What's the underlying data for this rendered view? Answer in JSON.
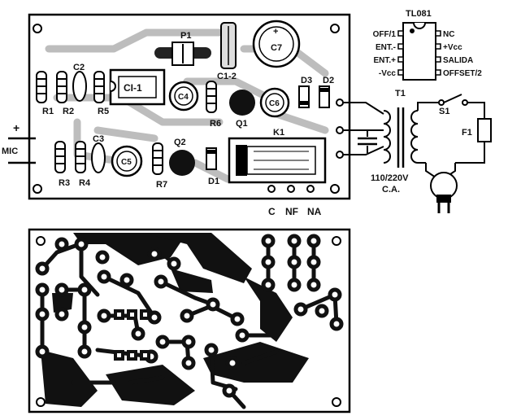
{
  "ic_pinout": {
    "title": "TL081",
    "left_pins": [
      "OFF/1",
      "ENT.-",
      "ENT.+",
      "-Vcc"
    ],
    "right_pins": [
      "NC",
      "+Vcc",
      "SALIDA",
      "OFFSET/2"
    ]
  },
  "component_labels": {
    "p1": "P1",
    "c1_2": "C1-2",
    "c7": "C7",
    "c2": "C2",
    "ci1": "CI-1",
    "r1": "R1",
    "r2": "R2",
    "r5": "R5",
    "c4": "C4",
    "r6": "R6",
    "q1": "Q1",
    "c6": "C6",
    "d3": "D3",
    "d2": "D2",
    "c3": "C3",
    "c5": "C5",
    "r3": "R3",
    "r4": "R4",
    "r7": "R7",
    "q2": "Q2",
    "d1": "D1",
    "k1": "K1"
  },
  "mic": {
    "plus": "+",
    "label": "MIC"
  },
  "relay_contacts": [
    "C",
    "NF",
    "NA"
  ],
  "transformer": {
    "t1": "T1",
    "s1": "S1",
    "f1": "F1"
  },
  "mains": {
    "voltage": "110/220V",
    "type": "C.A."
  }
}
